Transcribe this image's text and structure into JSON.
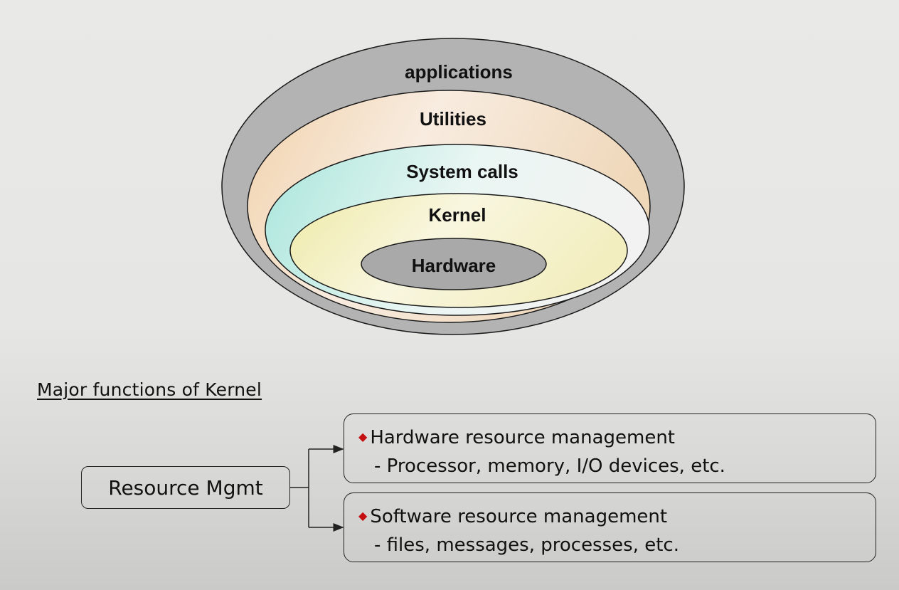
{
  "diagram": {
    "layers": [
      {
        "label": "applications",
        "color": "#b3b3b3"
      },
      {
        "label": "Utilities",
        "color": "#f2dcc0"
      },
      {
        "label": "System calls",
        "color": "#cfeee6"
      },
      {
        "label": "Kernel",
        "color": "#f4f0c4"
      },
      {
        "label": "Hardware",
        "color": "#a9a9a9"
      }
    ]
  },
  "section": {
    "title": "Major functions of Kernel"
  },
  "resource": {
    "label": "Resource Mgmt",
    "items": [
      {
        "heading": "Hardware resource management",
        "detail": "- Processor, memory, I/O devices, etc."
      },
      {
        "heading": "Software resource management",
        "detail": "- files, messages, processes, etc."
      }
    ]
  },
  "colors": {
    "bullet": "#c41010",
    "outline": "#222222"
  }
}
